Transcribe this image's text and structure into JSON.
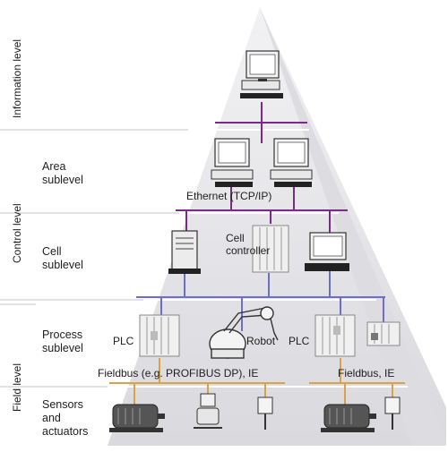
{
  "levels": {
    "information": "Information level",
    "control": "Control level",
    "field": "Field level"
  },
  "sublevels": {
    "area": [
      "Area",
      "sublevel"
    ],
    "cell": [
      "Cell",
      "sublevel"
    ],
    "process": [
      "Process",
      "sublevel"
    ],
    "sensors": [
      "Sensors",
      "and",
      "actuators"
    ]
  },
  "labels": {
    "ethernet": "Ethernet (TCP/IP)",
    "cell_controller": [
      "Cell",
      "controller"
    ],
    "plc_left": "PLC",
    "robot": "Robot",
    "plc_right": "PLC",
    "fieldbus_left": "Fieldbus (e.g. PROFIBUS DP), IE",
    "fieldbus_right": "Fieldbus, IE"
  },
  "colors": {
    "pyramid": "#e6e6ea",
    "ethernet_bus": "#7b2a8c",
    "cell_bus": "#6a6fcf",
    "fieldbus": "#d9a24a",
    "separator": "#ffffff"
  }
}
